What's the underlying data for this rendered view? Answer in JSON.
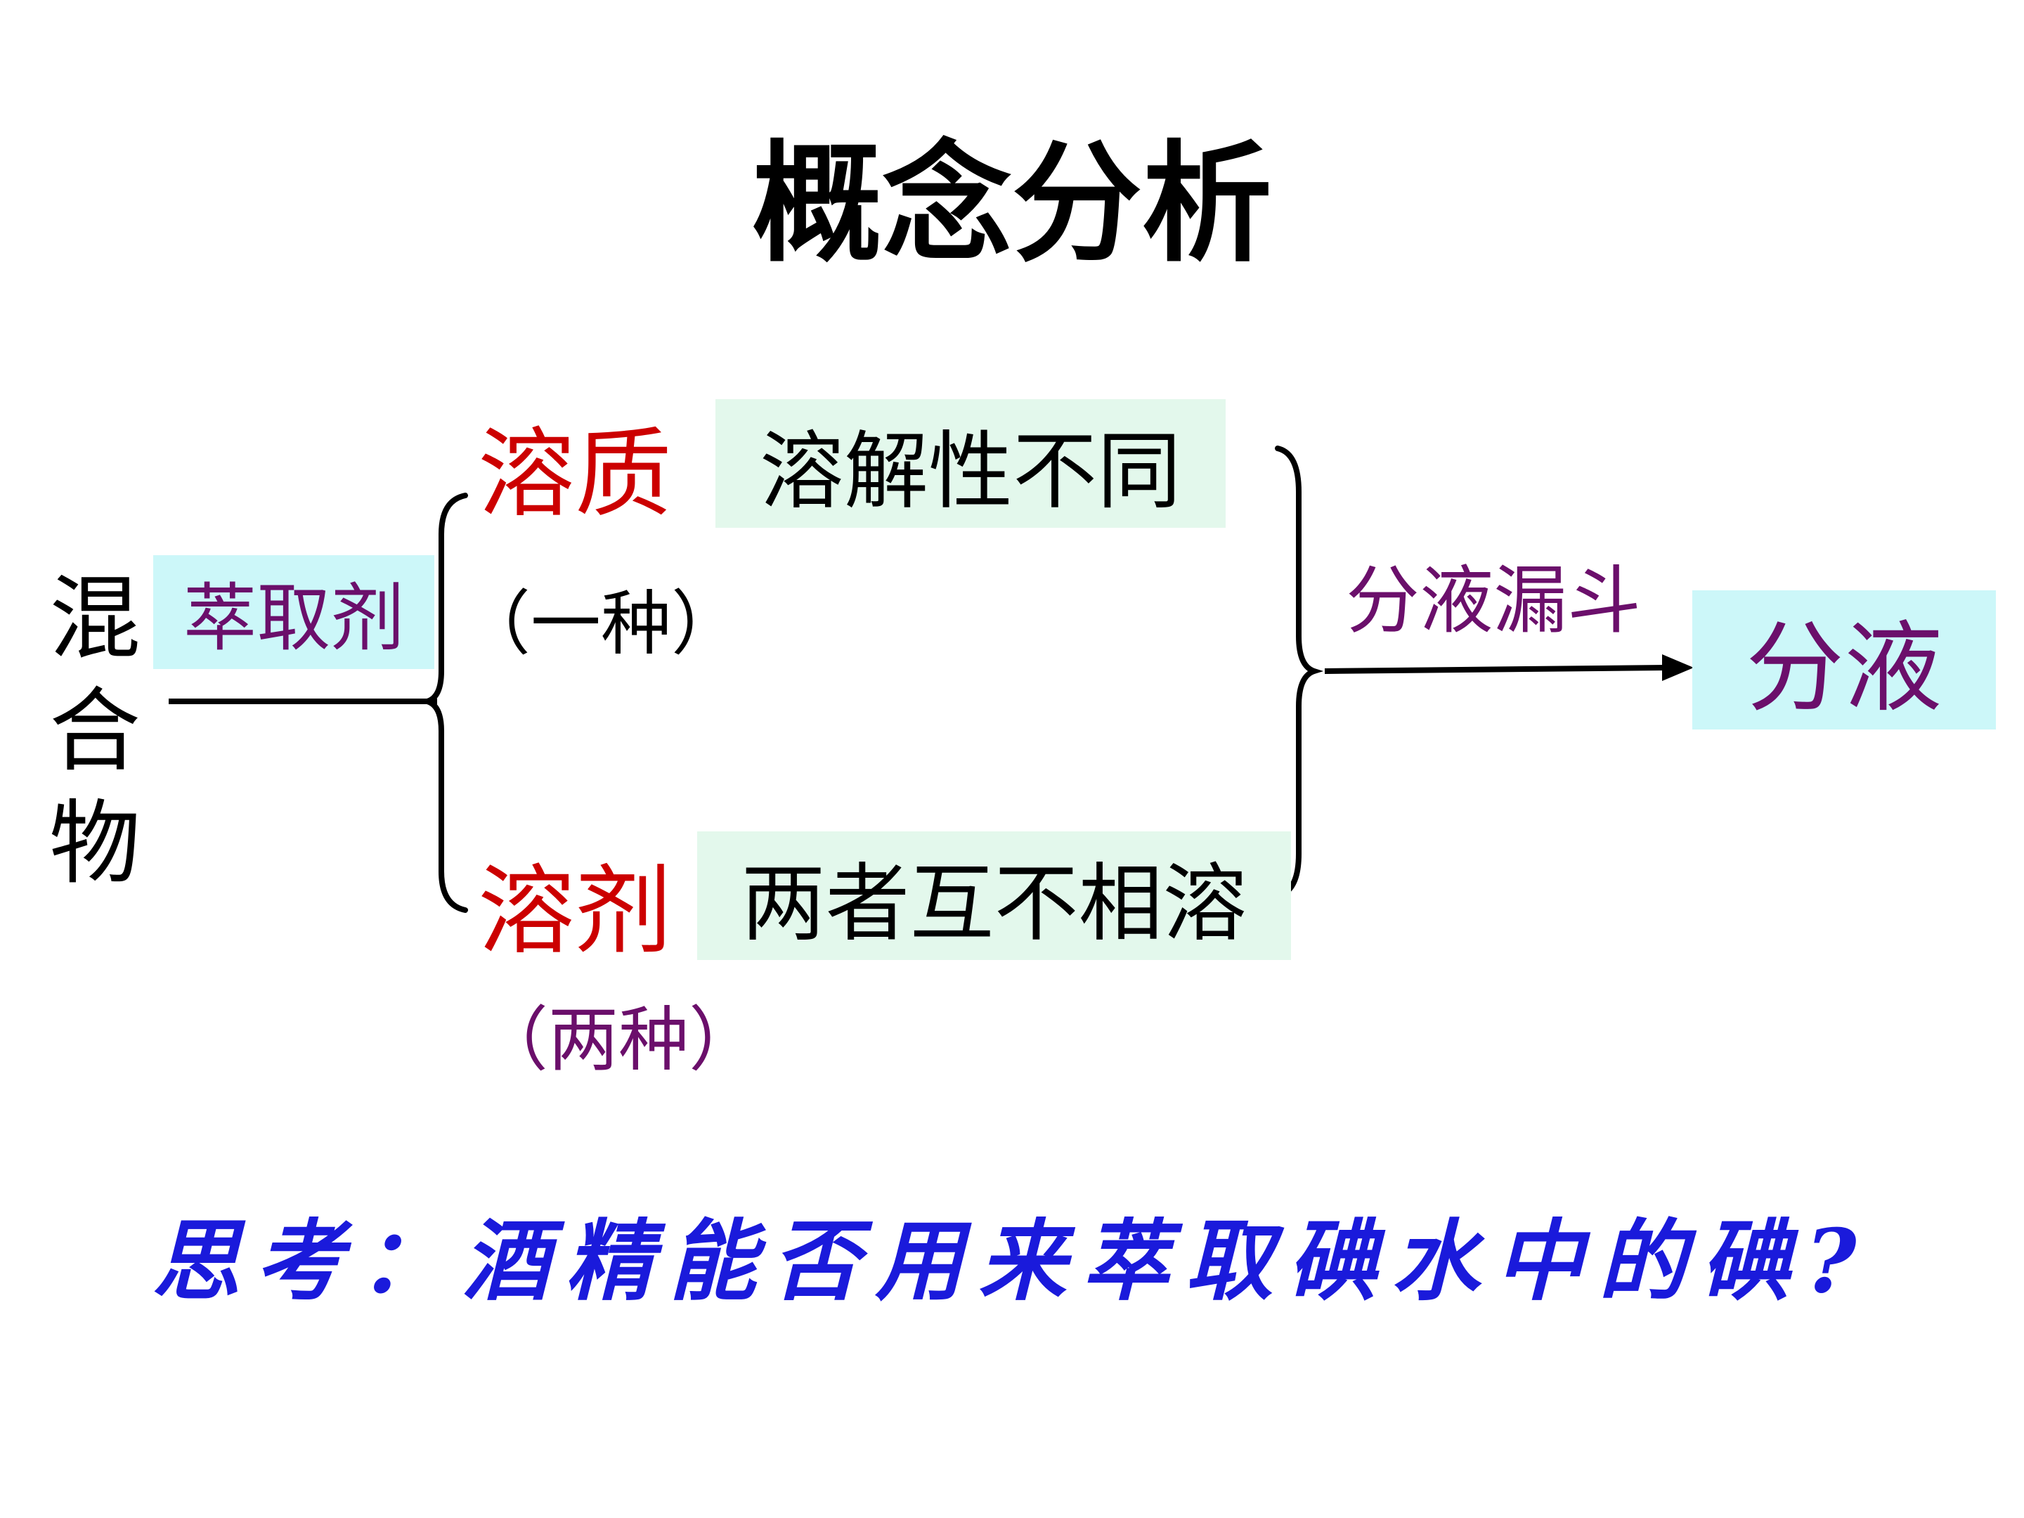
{
  "title": "概念分析",
  "mixture_label": "混\n合\n物",
  "extractant_label": "萃取剂",
  "solute": {
    "label": "溶质",
    "count_note": "（一种）",
    "condition": "溶解性不同"
  },
  "solvent": {
    "label": "溶剂",
    "count_note": "（两种）",
    "condition": "两者互不相溶"
  },
  "arrow_label": "分液漏斗",
  "result_label": "分液",
  "question": "思考：酒精能否用来萃取碘水中的碘?",
  "colors": {
    "highlight_cyan": "#ccf7f9",
    "highlight_green": "#e3f8ec",
    "label_red": "#cc0000",
    "label_purple": "#6b0f6b",
    "question_blue": "#1a1adb"
  }
}
